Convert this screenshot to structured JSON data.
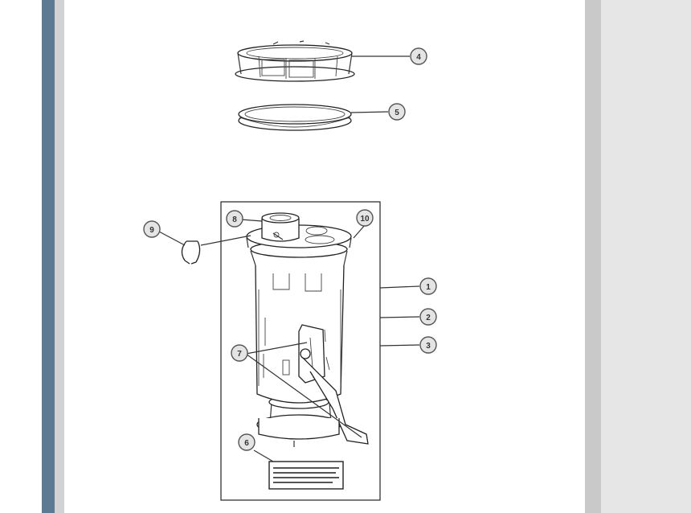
{
  "colors": {
    "sidebar_accent": "#5c7a92",
    "page_background": "#ffffff",
    "scrollbar_track": "#c9c9c9",
    "outside_background": "#e6e6e6"
  },
  "figure": {
    "callouts": [
      {
        "id": "c4",
        "label": "4"
      },
      {
        "id": "c5",
        "label": "5"
      },
      {
        "id": "c8",
        "label": "8"
      },
      {
        "id": "c10",
        "label": "10"
      },
      {
        "id": "c9",
        "label": "9"
      },
      {
        "id": "c1",
        "label": "1"
      },
      {
        "id": "c2",
        "label": "2"
      },
      {
        "id": "c3",
        "label": "3"
      },
      {
        "id": "c7",
        "label": "7"
      },
      {
        "id": "c6",
        "label": "6"
      }
    ]
  }
}
